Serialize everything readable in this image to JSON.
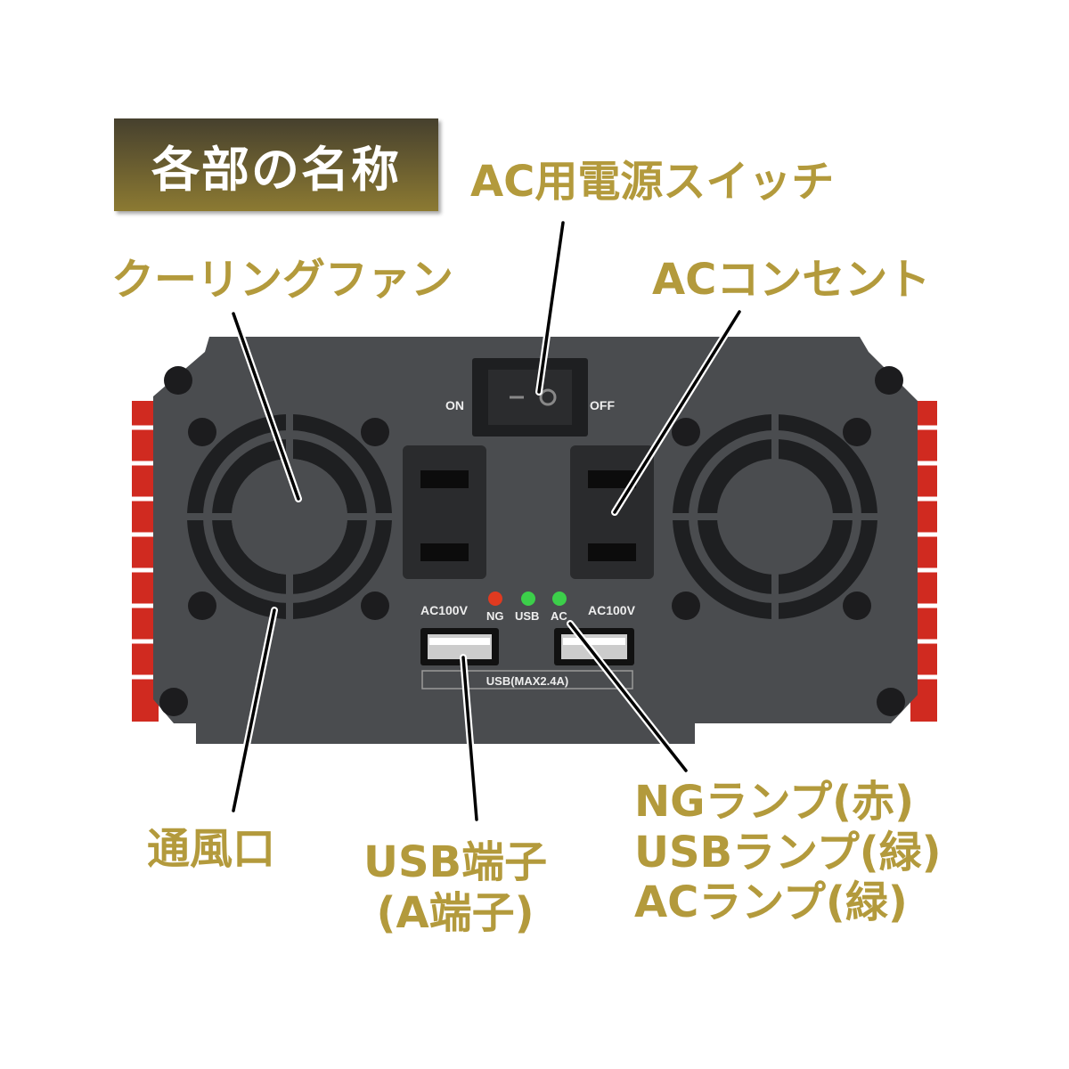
{
  "title": "各部の名称",
  "labels": {
    "ac_switch": "AC用電源スイッチ",
    "cooling_fan": "クーリングファン",
    "ac_outlet": "ACコンセント",
    "vent": "通風口",
    "usb_port_line1": "USB端子",
    "usb_port_line2": "(A端子)",
    "lamps_line1": "NGランプ(赤)",
    "lamps_line2": "USBランプ(緑)",
    "lamps_line3": "ACランプ(緑)"
  },
  "device": {
    "switch_on": "ON",
    "switch_off": "OFF",
    "outlet_left": "AC100V",
    "outlet_right": "AC100V",
    "lamp_ng": "NG",
    "lamp_usb": "USB",
    "lamp_ac": "AC",
    "usb_plate": "USB(MAX2.4A)"
  },
  "colors": {
    "label": "#b39a3c",
    "lamp_ng": "#e03a20",
    "lamp_green": "#3ccf4a",
    "body": "#4a4c4f",
    "fins": "#d02a20"
  }
}
